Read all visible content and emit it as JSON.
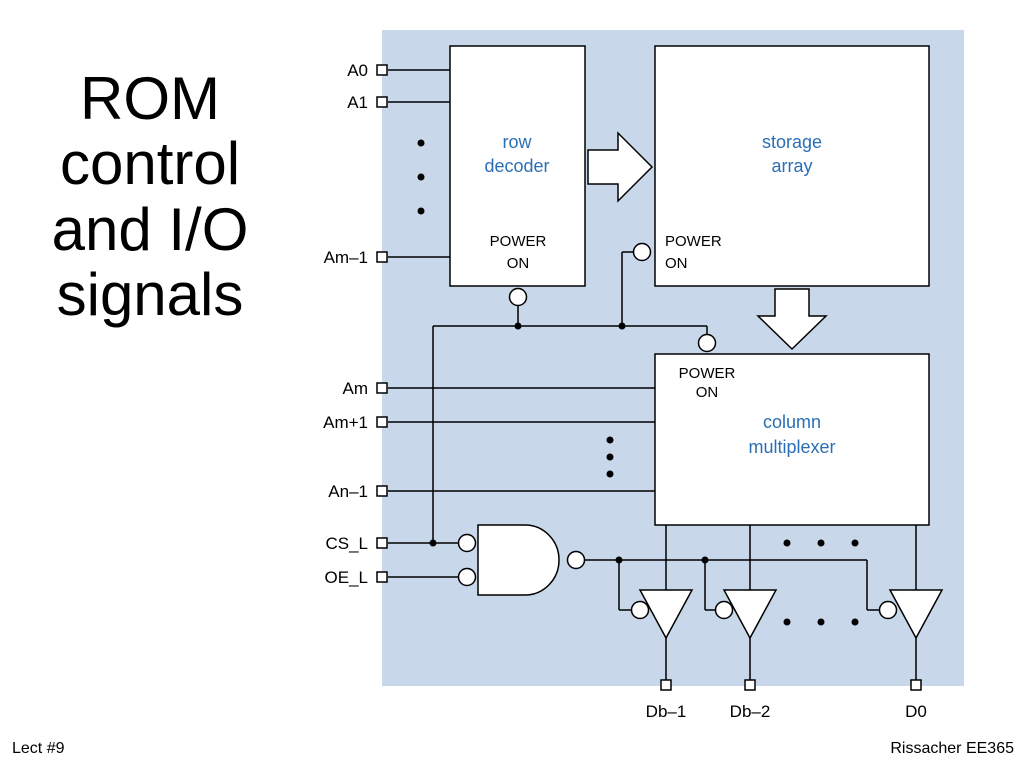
{
  "slide": {
    "title_lines": [
      "ROM",
      "control",
      "and I/O",
      "signals"
    ],
    "footer_left": "Lect #9",
    "footer_right": "Rissacher EE365"
  },
  "diagram": {
    "colors": {
      "background": "#c9d7ea",
      "block_label": "#2a6fb5",
      "line": "#000000"
    },
    "blocks": {
      "row_decoder": {
        "label_line1": "row",
        "label_line2": "decoder",
        "power_line1": "POWER",
        "power_line2": "ON"
      },
      "storage_array": {
        "label_line1": "storage",
        "label_line2": "array",
        "power_line1": "POWER",
        "power_line2": "ON"
      },
      "column_multiplexer": {
        "label_line1": "column",
        "label_line2": "multiplexer",
        "power_line1": "POWER",
        "power_line2": "ON"
      }
    },
    "inputs": {
      "a0": "A0",
      "a1": "A1",
      "am_minus_1": "Am–1",
      "am": "Am",
      "am_plus_1": "Am+1",
      "an_minus_1": "An–1",
      "cs_l": "CS_L",
      "oe_l": "OE_L"
    },
    "outputs": {
      "db_minus_1": "Db–1",
      "db_minus_2": "Db–2",
      "d0": "D0"
    }
  }
}
